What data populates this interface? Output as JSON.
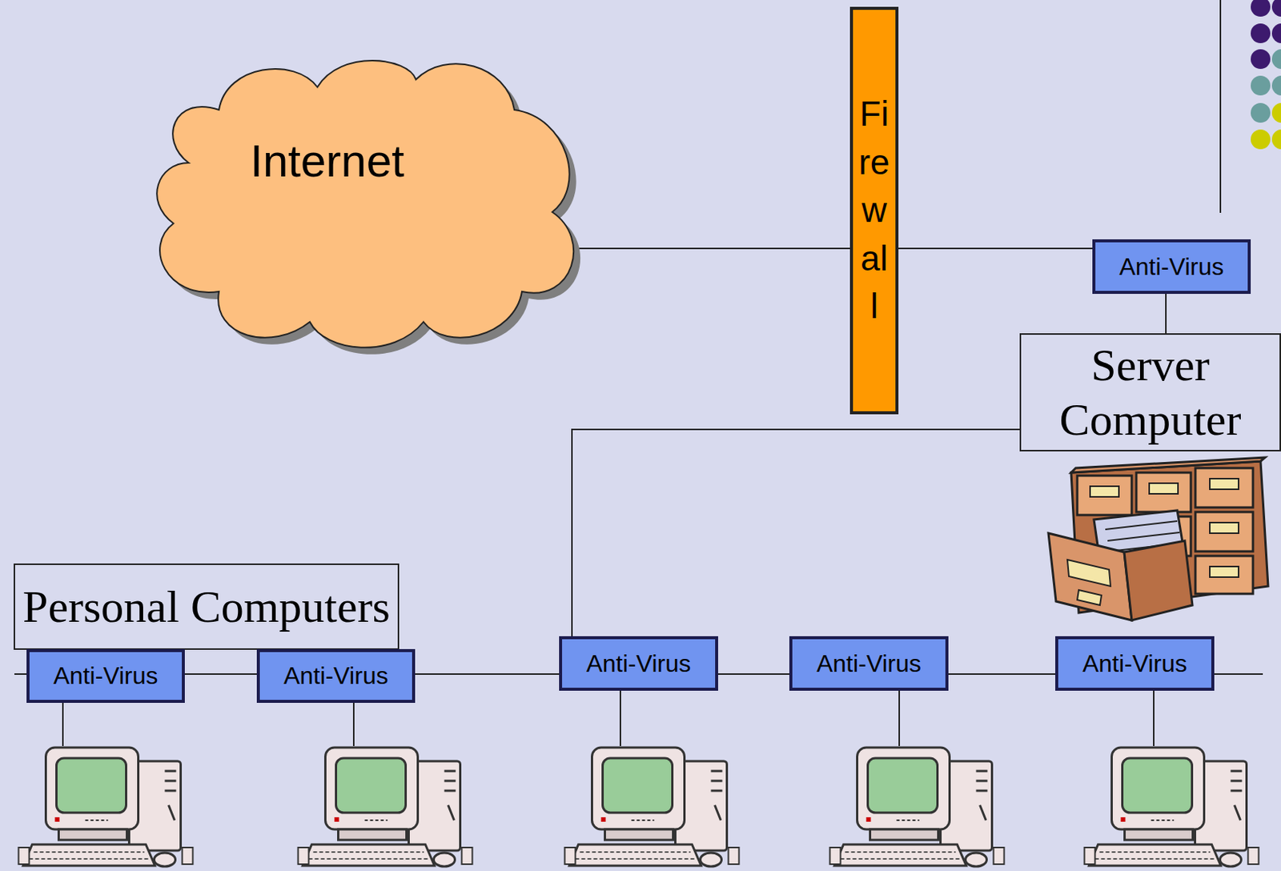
{
  "diagram": {
    "nodes": [
      {
        "text": [
          "Internet"
        ]
      },
      {
        "text": [
          "Firewall"
        ]
      },
      {
        "text": [
          "Anti-Virus"
        ]
      },
      {
        "text": [
          "Server Computer"
        ]
      },
      {
        "text": [
          "Personal Computers"
        ]
      },
      {
        "text": [
          "Anti-Virus"
        ]
      },
      {
        "text": [
          "Anti-Virus"
        ]
      },
      {
        "text": [
          "Anti-Virus"
        ]
      },
      {
        "text": [
          "Anti-Virus"
        ]
      },
      {
        "text": [
          "Anti-Virus"
        ]
      }
    ],
    "edges": [
      {
        "from": 0,
        "to": 1,
        "arrow": "none"
      },
      {
        "from": 1,
        "to": 2,
        "arrow": "none"
      },
      {
        "from": 2,
        "to": 3,
        "arrow": "none"
      },
      {
        "from": 3,
        "to": 7,
        "arrow": "none"
      },
      {
        "from": 5,
        "to": 6,
        "arrow": "none"
      },
      {
        "from": 6,
        "to": 7,
        "arrow": "none"
      },
      {
        "from": 7,
        "to": 8,
        "arrow": "none"
      },
      {
        "from": 8,
        "to": 9,
        "arrow": "none"
      }
    ]
  }
}
